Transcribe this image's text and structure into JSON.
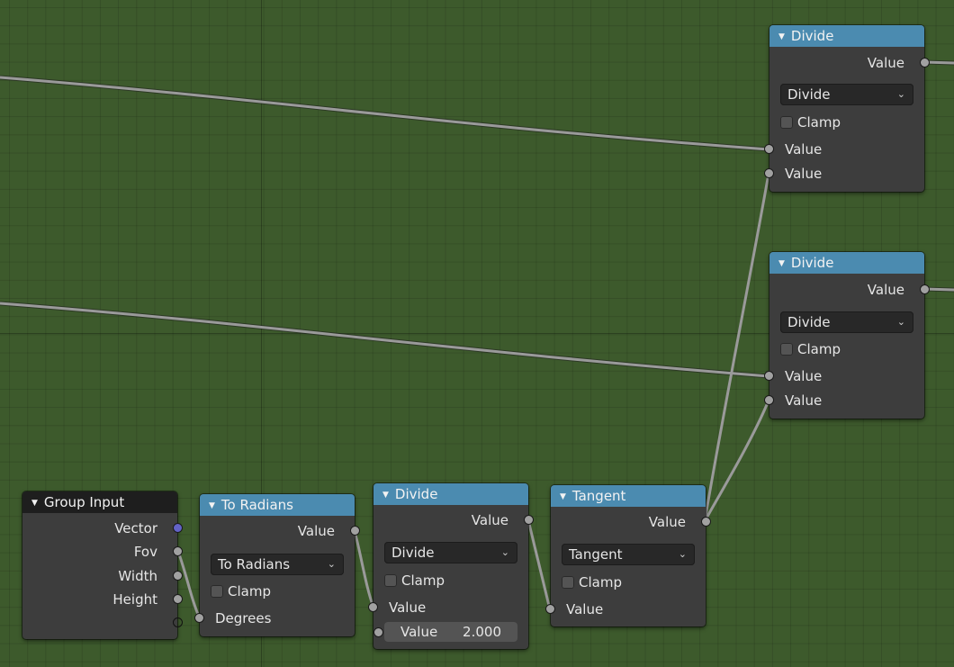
{
  "colors": {
    "background": "#3d5a2c",
    "node_body": "#3d3d3d",
    "node_header_math": "#4b8bb0",
    "node_header_group": "#1e1e1e",
    "socket_float": "#a1a1a1",
    "socket_vector": "#6363c7",
    "wire": "#9a9a9a"
  },
  "nodes": {
    "divide_top": {
      "title": "Divide",
      "output_label": "Value",
      "operation": "Divide",
      "clamp_label": "Clamp",
      "input1_label": "Value",
      "input2_label": "Value"
    },
    "divide_mid": {
      "title": "Divide",
      "output_label": "Value",
      "operation": "Divide",
      "clamp_label": "Clamp",
      "input1_label": "Value",
      "input2_label": "Value"
    },
    "group_input": {
      "title": "Group Input",
      "outputs": [
        "Vector",
        "Fov",
        "Width",
        "Height"
      ]
    },
    "to_radians": {
      "title": "To Radians",
      "output_label": "Value",
      "operation": "To Radians",
      "clamp_label": "Clamp",
      "input_label": "Degrees"
    },
    "divide_bottom": {
      "title": "Divide",
      "output_label": "Value",
      "operation": "Divide",
      "clamp_label": "Clamp",
      "input1_label": "Value",
      "field_label": "Value",
      "field_value": "2.000"
    },
    "tangent": {
      "title": "Tangent",
      "output_label": "Value",
      "operation": "Tangent",
      "clamp_label": "Clamp",
      "input_label": "Value"
    }
  }
}
